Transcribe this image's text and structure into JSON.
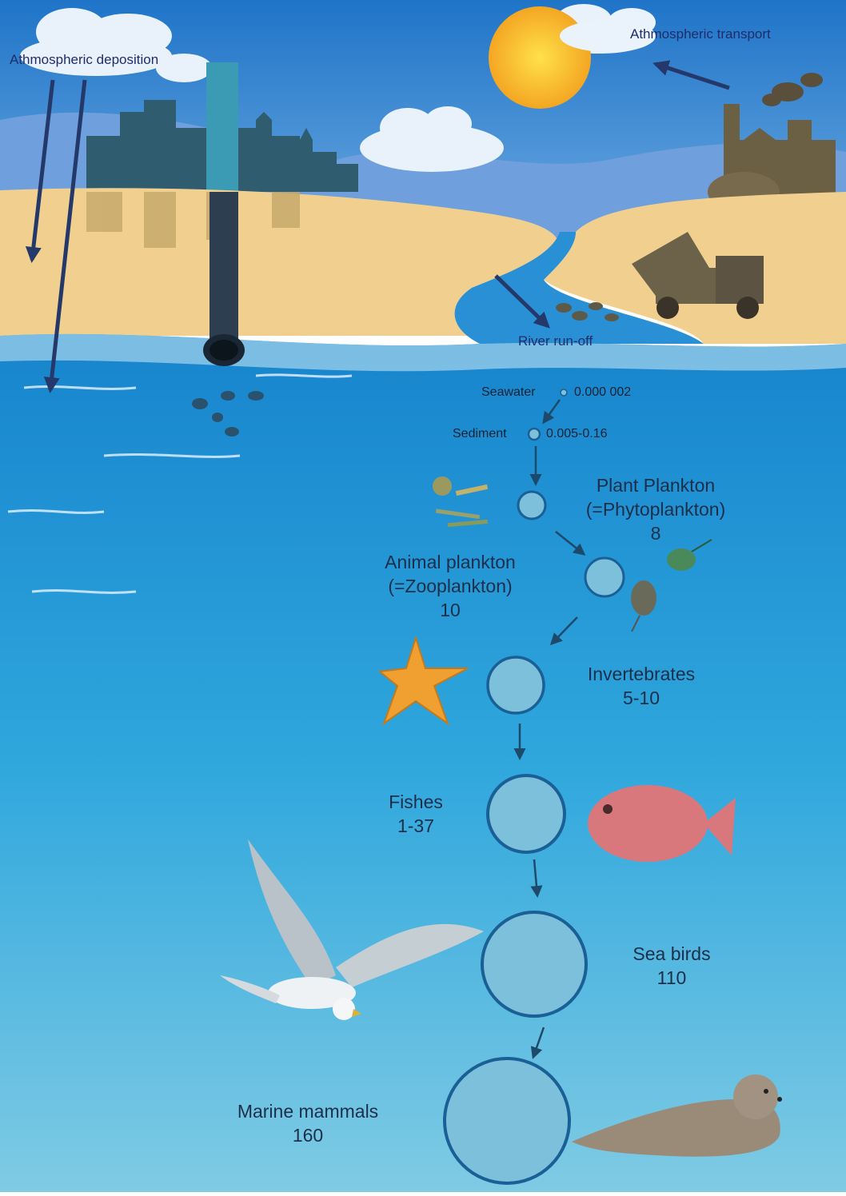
{
  "pathways": {
    "atmospheric_deposition": "Athmospheric deposition",
    "atmospheric_transport": "Athmospheric transport",
    "river_runoff": "River run-off"
  },
  "levels": {
    "seawater": {
      "label": "Seawater",
      "value": "0.000 002"
    },
    "sediment": {
      "label": "Sediment",
      "value": "0.005-0.16"
    },
    "phytoplankton": {
      "line1": "Plant Plankton",
      "line2": "(=Phytoplankton)",
      "value": "8"
    },
    "zooplankton": {
      "line1": "Animal plankton",
      "line2": "(=Zooplankton)",
      "value": "10"
    },
    "invertebrates": {
      "label": "Invertebrates",
      "value": "5-10"
    },
    "fishes": {
      "label": "Fishes",
      "value": "1-37"
    },
    "seabirds": {
      "label": "Sea birds",
      "value": "110"
    },
    "mammals": {
      "label": "Marine mammals",
      "value": "160"
    }
  },
  "colors": {
    "sky": "#3f8ed6",
    "sea_top": "#1d86cf",
    "sea_bottom": "#79c8e4",
    "sand": "#f1d08f",
    "circle_fill": "#7cc0db",
    "circle_stroke": "#1a5f95",
    "arrow": "#24386a",
    "sun": "#f7b733"
  },
  "icons": [
    "city-skyline-icon",
    "pipe-icon",
    "sun-icon",
    "factory-icon",
    "dump-truck-icon",
    "algae-icon",
    "zooplankton-icon",
    "starfish-icon",
    "fish-icon",
    "seagull-icon",
    "seal-icon"
  ]
}
